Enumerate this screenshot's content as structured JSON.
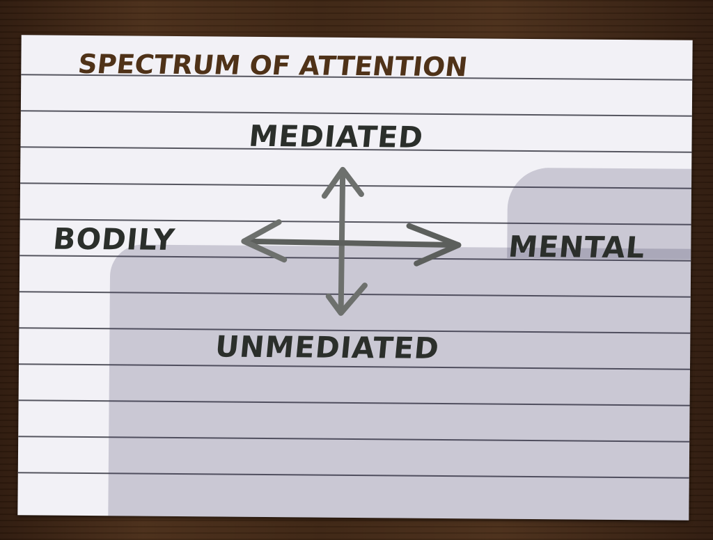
{
  "card": {
    "title": "SPECTRUM OF ATTENTION",
    "labels": {
      "top": "MEDIATED",
      "left": "BODILY",
      "right": "MENTAL",
      "bottom": "UNMEDIATED"
    }
  },
  "colors": {
    "title_ink": "#4f3218",
    "label_ink": "#2b2f2b",
    "arrow_ink": "#6d706d",
    "card": "#f2f1f6",
    "table": "#3d2513"
  },
  "icons": {
    "axes": "four-way-arrow-icon"
  }
}
